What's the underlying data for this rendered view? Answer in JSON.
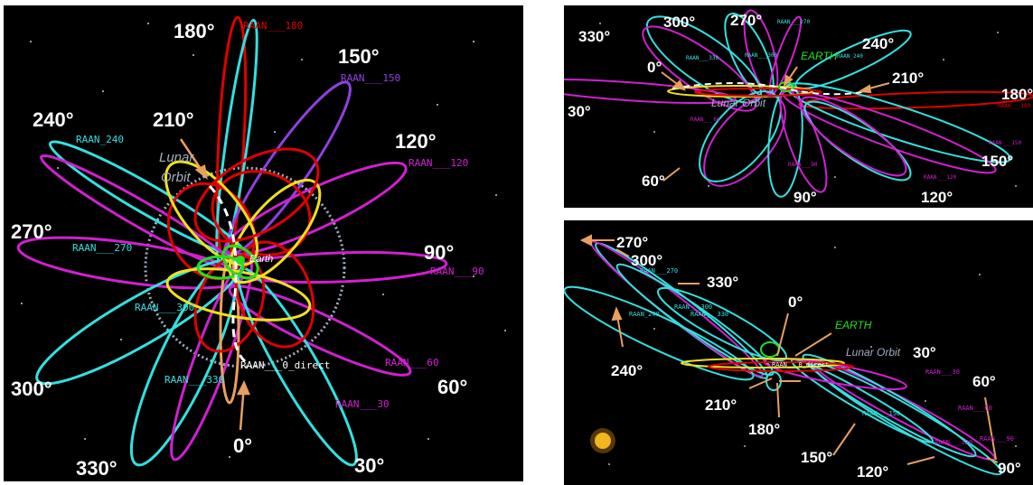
{
  "colors": {
    "background": "#000000",
    "cyan": "#33e0e0",
    "magenta": "#d020d0",
    "red": "#e00000",
    "purple": "#9040e0",
    "yellow": "#f0e020",
    "green": "#20e020",
    "arrow": "#e8a060",
    "lunar_orbit": "#a0b0c0"
  },
  "left_panel": {
    "degree_labels": [
      "180°",
      "150°",
      "240°",
      "210°",
      "120°",
      "270°",
      "90°",
      "300°",
      "60°",
      "330°",
      "0°",
      "30°"
    ],
    "raan_labels": [
      "RAAN___180",
      "RAAN___150",
      "RAAN_240",
      "RAAN___120",
      "RAAN___270",
      "RAAN___90",
      "RAAN___300",
      "RAAN___60",
      "RAAN___0_direct",
      "RAAN___330",
      "RAAN___30"
    ],
    "lunar_orbit_label": "Lunar\nOrbit",
    "lunar_orbit_line1": "Lunar",
    "lunar_orbit_line2": "Orbit",
    "earth_label": "Earth"
  },
  "top_right_panel": {
    "degree_labels": [
      "300°",
      "270°",
      "330°",
      "240°",
      "0°",
      "210°",
      "180°",
      "30°",
      "150°",
      "60°",
      "90°",
      "120°"
    ],
    "raan_labels": [
      "RAAN___270",
      "RAAN___300",
      "RAAN___330",
      "RAAN_240",
      "RAAN___180",
      "RAAN___150",
      "RAAN___60",
      "RAAN___90",
      "RAAN___120"
    ],
    "earth_label": "EARTH",
    "lunar_orbit_label": "Lunar Orbit"
  },
  "bottom_right_panel": {
    "degree_labels": [
      "270°",
      "300°",
      "330°",
      "0°",
      "240°",
      "30°",
      "60°",
      "210°",
      "180°",
      "150°",
      "120°",
      "90°"
    ],
    "raan_labels": [
      "RAAN___270",
      "RAAN___300",
      "RAAN_240",
      "RAAN___330",
      "RAAN___0_direct",
      "RAAN___30",
      "RAAN___150",
      "RAAN___60",
      "RAAN___120",
      "RAAN___90"
    ],
    "earth_label": "EARTH",
    "lunar_orbit_label": "Lunar Orbit"
  }
}
